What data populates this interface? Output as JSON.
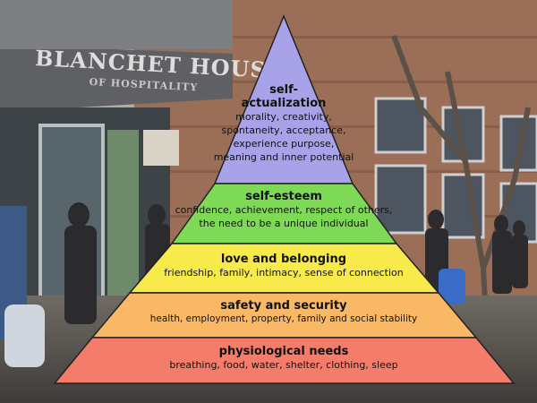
{
  "sign": {
    "name": "BLANCHET HOUSE",
    "subtitle": "OF HOSPITALITY"
  },
  "pyramid": {
    "levels": [
      {
        "title": "self-\nactualization",
        "description": "morality, creativity,\nspontaneity, acceptance,\nexperience purpose,\nmeaning and inner potential",
        "color": "#a8a3e8"
      },
      {
        "title": "self-esteem",
        "description": "confidence, achievement, respect of others,\nthe need to be a unique individual",
        "color": "#7ed957"
      },
      {
        "title": "love and belonging",
        "description": "friendship, family, intimacy, sense of connection",
        "color": "#f7ea4a"
      },
      {
        "title": "safety and security",
        "description": "health, employment, property, family and social stability",
        "color": "#f9b865"
      },
      {
        "title": "physiological needs",
        "description": "breathing, food, water, shelter, clothing, sleep",
        "color": "#f47c6b"
      }
    ]
  }
}
